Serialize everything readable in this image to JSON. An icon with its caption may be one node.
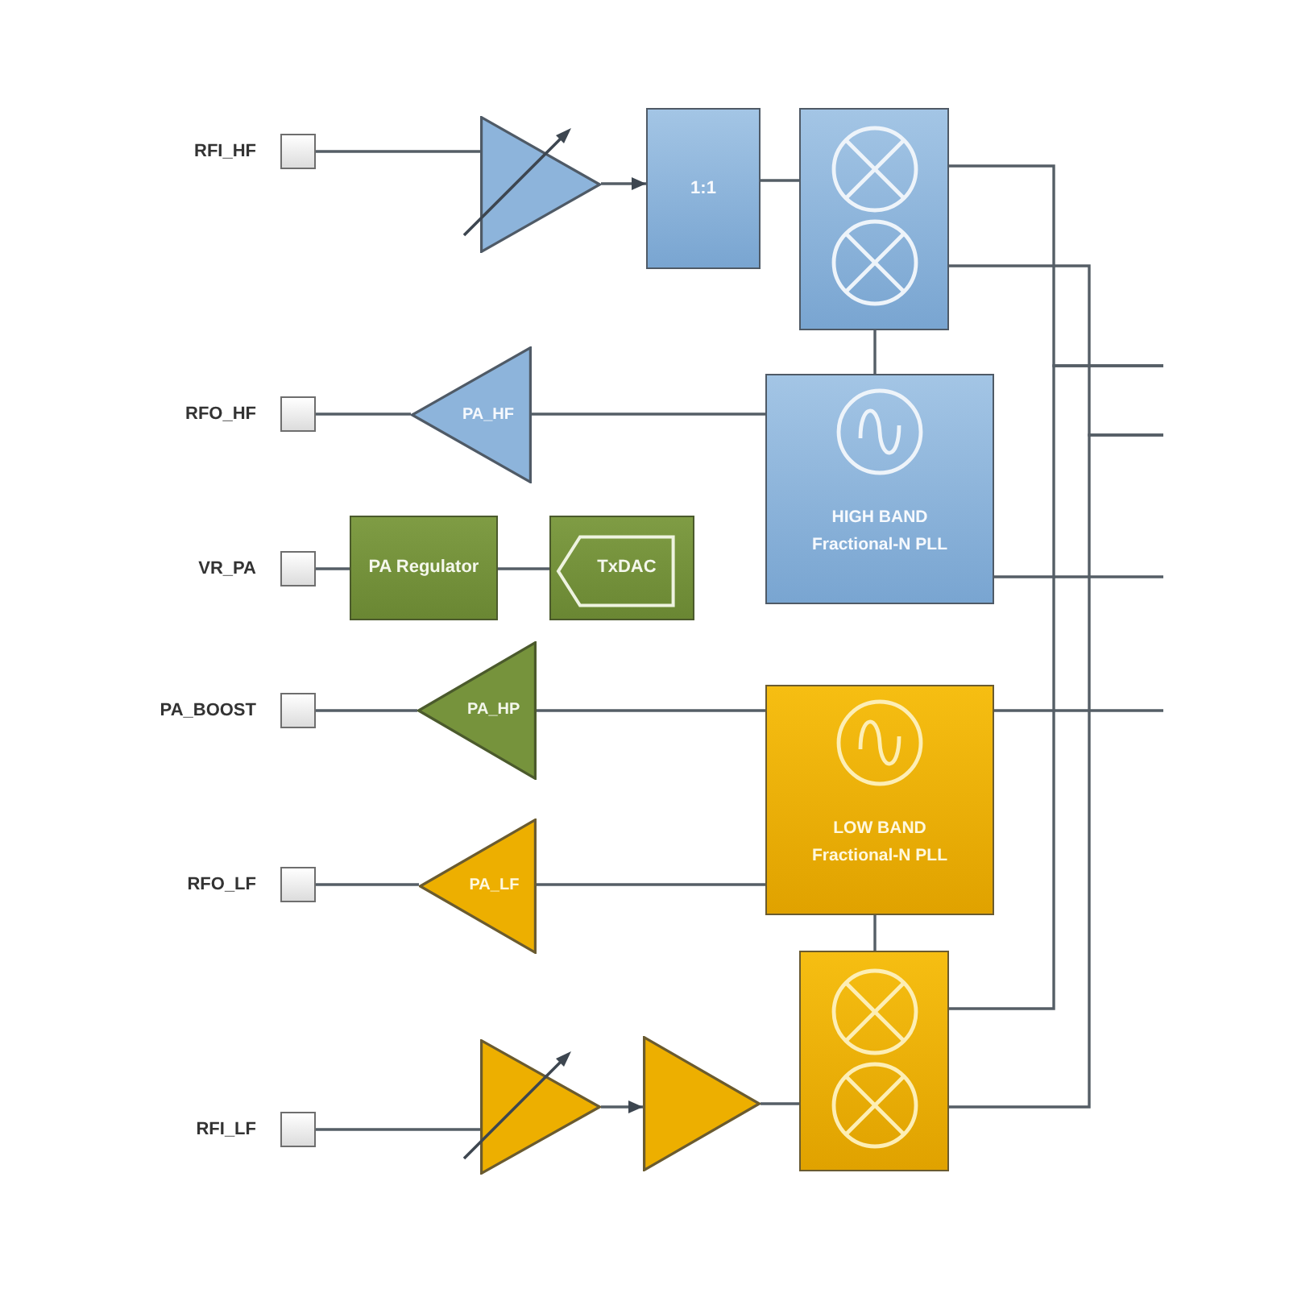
{
  "diagram": {
    "nodes": [
      {
        "text": [],
        "shape": "box",
        "beside": [
          "RFI_HF"
        ]
      },
      {
        "text": [],
        "shape": "triangle"
      },
      {
        "text": [
          "1:1"
        ]
      },
      {
        "text": [],
        "shape": "box"
      },
      {
        "text": [],
        "shape": "box",
        "beside": [
          "RFO_HF"
        ]
      },
      {
        "text": [
          "PA_HF"
        ]
      },
      {
        "text": [
          "HIGH BAND Fractional-N PLL"
        ]
      },
      {
        "text": [],
        "shape": "box",
        "beside": [
          "VR_PA"
        ]
      },
      {
        "text": [
          "PA Regulator"
        ]
      },
      {
        "text": [
          "TxDAC"
        ]
      },
      {
        "text": [],
        "shape": "box",
        "beside": [
          "PA_BOOST"
        ]
      },
      {
        "text": [
          "PA_HP"
        ]
      },
      {
        "text": [
          "LOW BAND Fractional-N PLL"
        ]
      },
      {
        "text": [],
        "shape": "box",
        "beside": [
          "RFO_LF"
        ]
      },
      {
        "text": [
          "PA_LF"
        ]
      },
      {
        "text": [],
        "shape": "box"
      },
      {
        "text": [],
        "shape": "box",
        "beside": [
          "RFI_LF"
        ]
      },
      {
        "text": [],
        "shape": "triangle"
      },
      {
        "text": [],
        "shape": "triangle"
      }
    ],
    "edges": [
      {
        "from": 0,
        "to": 1,
        "arrow": "none"
      },
      {
        "from": 1,
        "to": 2,
        "arrow": "to"
      },
      {
        "from": 2,
        "to": 3,
        "arrow": "none"
      },
      {
        "from": 3,
        "to": 6,
        "arrow": "none"
      },
      {
        "from": 4,
        "to": 5,
        "arrow": "none"
      },
      {
        "from": 5,
        "to": 6,
        "arrow": "none"
      },
      {
        "from": 7,
        "to": 8,
        "arrow": "none"
      },
      {
        "from": 8,
        "to": 9,
        "arrow": "none"
      },
      {
        "from": 10,
        "to": 11,
        "arrow": "none"
      },
      {
        "from": 11,
        "to": 12,
        "arrow": "none"
      },
      {
        "from": 13,
        "to": 14,
        "arrow": "none"
      },
      {
        "from": 14,
        "to": 12,
        "arrow": "none"
      },
      {
        "from": 12,
        "to": 15,
        "arrow": "none"
      },
      {
        "from": 16,
        "to": 17,
        "arrow": "none"
      },
      {
        "from": 17,
        "to": 18,
        "arrow": "to"
      },
      {
        "from": 18,
        "to": 15,
        "arrow": "none"
      },
      {
        "from": 3,
        "to": null,
        "arrow": "none"
      },
      {
        "from": 3,
        "to": null,
        "arrow": "none"
      },
      {
        "from": 6,
        "to": null,
        "arrow": "none"
      },
      {
        "from": 12,
        "to": null,
        "arrow": "none"
      },
      {
        "from": 15,
        "to": null,
        "arrow": "none"
      },
      {
        "from": 15,
        "to": null,
        "arrow": "none"
      }
    ]
  }
}
